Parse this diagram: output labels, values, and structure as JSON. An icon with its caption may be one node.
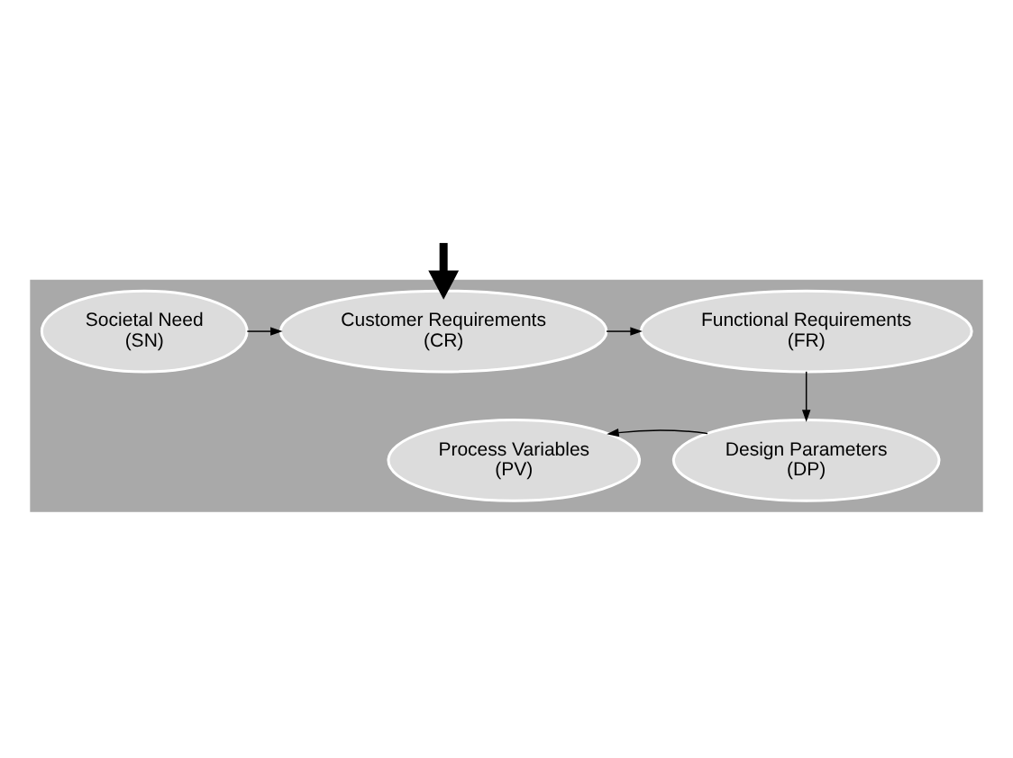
{
  "diagram": {
    "nodes": [
      {
        "text": [],
        "shape": "box"
      },
      {
        "text": [
          "Societal Need (SN)"
        ],
        "in": 0
      },
      {
        "text": [
          "Customer Requirements (CR)"
        ],
        "in": 0
      },
      {
        "text": [
          "Functional Requirements (FR)"
        ],
        "in": 0
      },
      {
        "text": [
          "Design Parameters (DP)"
        ],
        "in": 0
      },
      {
        "text": [
          "Process Variables (PV)"
        ],
        "in": 0
      }
    ],
    "edges": [
      {
        "from": null,
        "to": 2,
        "arrow": "to",
        "style": "thick"
      },
      {
        "from": 1,
        "to": 2,
        "arrow": "to"
      },
      {
        "from": 2,
        "to": 3,
        "arrow": "to"
      },
      {
        "from": 3,
        "to": 4,
        "arrow": "to"
      },
      {
        "from": 4,
        "to": 5,
        "arrow": "to"
      }
    ]
  }
}
